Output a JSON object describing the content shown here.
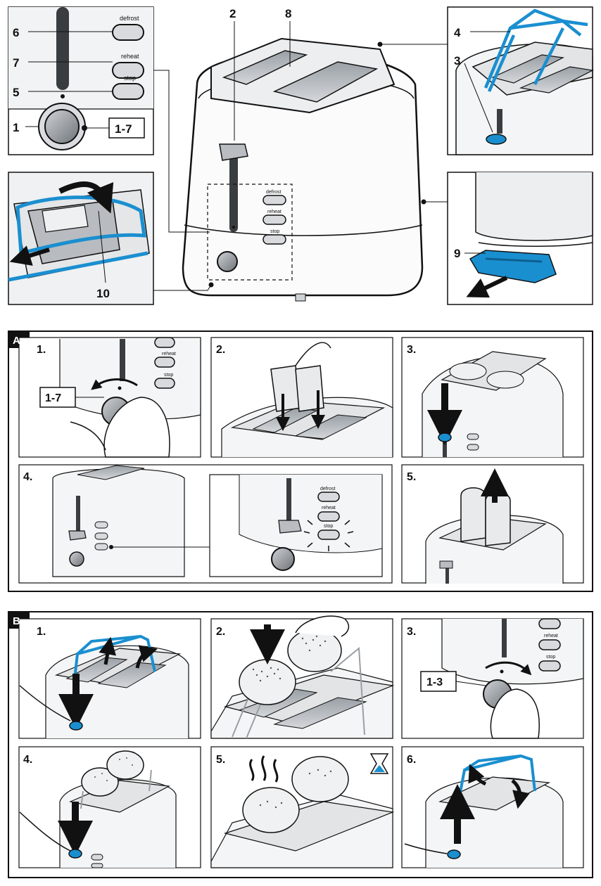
{
  "overview": {
    "callouts": {
      "defrost_num": "6",
      "reheat_num": "7",
      "stop_num": "5",
      "knob_num": "1",
      "slot_num": "8",
      "lever_num": "2",
      "rack_num": "4",
      "rack_lever_num": "3",
      "tray_num": "9",
      "bun_rack_num": "10",
      "level_box": "1-7"
    },
    "buttons": {
      "defrost": "defrost",
      "reheat": "reheat",
      "stop": "stop"
    }
  },
  "section_a": {
    "letter": "A",
    "steps": {
      "s1": "1.",
      "s2": "2.",
      "s3": "3.",
      "s4": "4.",
      "s5": "5."
    },
    "level_box": "1-7"
  },
  "section_b": {
    "letter": "B",
    "steps": {
      "s1": "1.",
      "s2": "2.",
      "s3": "3.",
      "s4": "4.",
      "s5": "5.",
      "s6": "6."
    },
    "level_box": "1-3"
  },
  "colors": {
    "accent_blue": "#1a8fd0",
    "line": "#111111",
    "toaster_grey": "#e9eaec"
  }
}
